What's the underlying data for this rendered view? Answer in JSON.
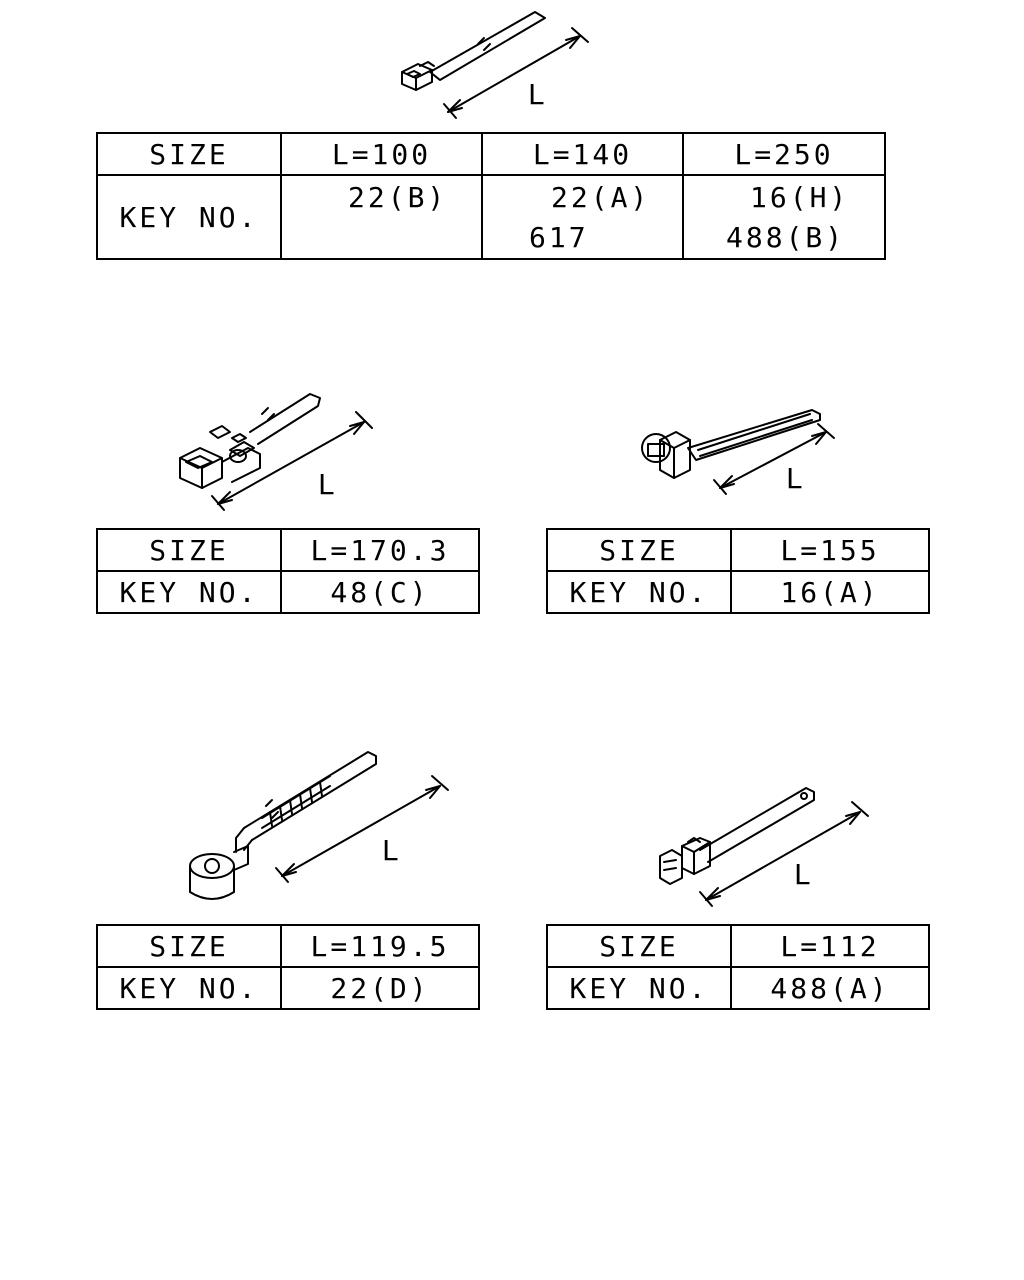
{
  "dimension_label": "L",
  "labels": {
    "size": "SIZE",
    "key": "KEY NO."
  },
  "table_top": {
    "sizes": [
      "L=100",
      "L=140",
      "L=250"
    ],
    "keys": [
      [
        "22(B)",
        ""
      ],
      [
        "22(A)",
        "617"
      ],
      [
        "16(H)",
        "488(B)"
      ]
    ]
  },
  "table_mid_left": {
    "size": "L=170.3",
    "key": "48(C)"
  },
  "table_mid_right": {
    "size": "L=155",
    "key": "16(A)"
  },
  "table_bot_left": {
    "size": "L=119.5",
    "key": "22(D)"
  },
  "table_bot_right": {
    "size": "L=112",
    "key": "488(A)"
  }
}
